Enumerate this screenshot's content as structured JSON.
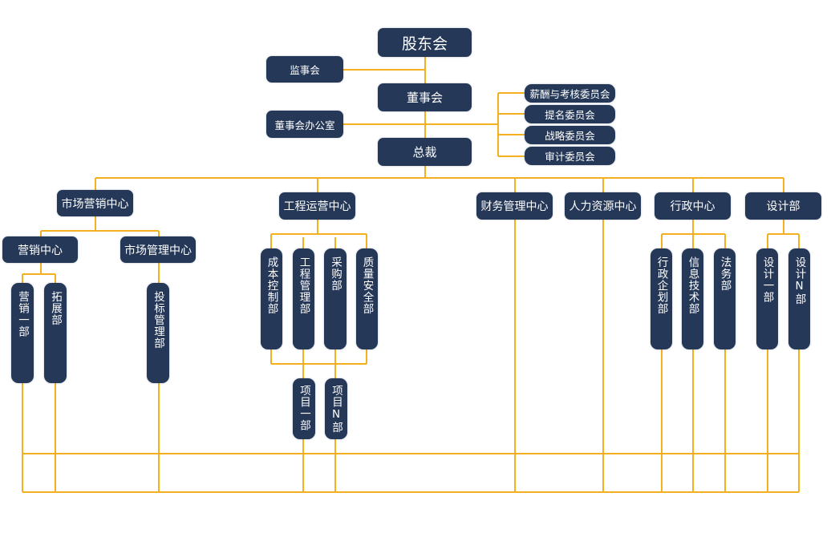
{
  "colors": {
    "box": "#253858",
    "line": "#F5B020",
    "text": "#ffffff"
  },
  "top": {
    "shareholders": "股东会",
    "supervisors": "监事会",
    "board": "董事会",
    "board_office": "董事会办公室",
    "president": "总裁"
  },
  "committees": [
    "薪酬与考核委员会",
    "提名委员会",
    "战略委员会",
    "审计委员会"
  ],
  "centers": {
    "marketing": {
      "label": "市场营销中心",
      "sales": {
        "label": "营销中心",
        "depts": [
          "营销一部",
          "拓展部"
        ]
      },
      "market_mgmt": {
        "label": "市场管理中心",
        "depts": [
          "投标管理部"
        ]
      }
    },
    "engineering": {
      "label": "工程运营中心",
      "depts": [
        "成本控制部",
        "工程管理部",
        "采购部",
        "质量安全部"
      ],
      "projects": [
        "项目一部",
        "项目N部"
      ]
    },
    "finance": {
      "label": "财务管理中心"
    },
    "hr": {
      "label": "人力资源中心"
    },
    "admin": {
      "label": "行政中心",
      "depts": [
        "行政企划部",
        "信息技术部",
        "法务部"
      ]
    },
    "design": {
      "label": "设计部",
      "depts": [
        "设计一部",
        "设计N部"
      ]
    }
  }
}
